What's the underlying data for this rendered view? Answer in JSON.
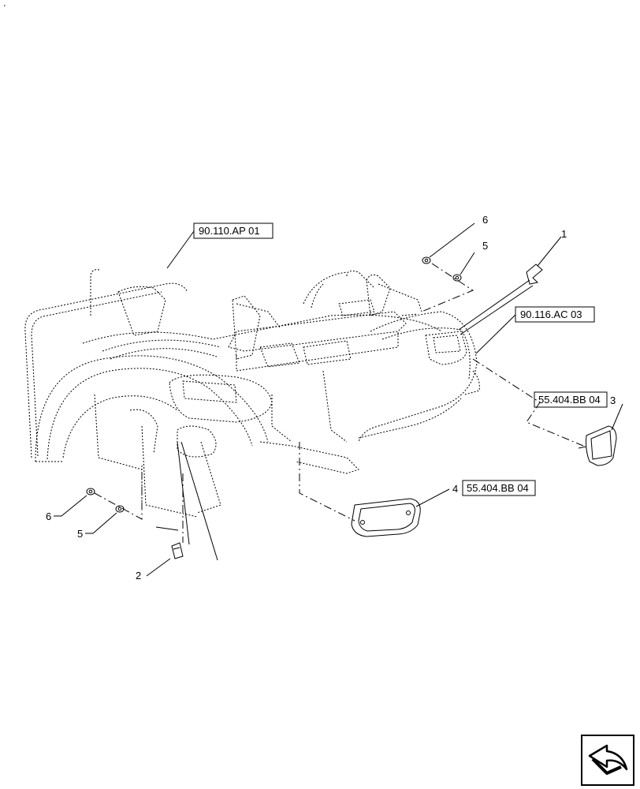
{
  "corner_mark": ".",
  "references": [
    {
      "id": "ref-90-110-ap-01",
      "text": "90.110.AP  01"
    },
    {
      "id": "ref-90-116-ac-03",
      "text": "90.116.AC  03"
    },
    {
      "id": "ref-55-404-bb-04-a",
      "text": "55.404.BB 04"
    },
    {
      "id": "ref-55-404-bb-04-b",
      "text": "55.404.BB 04"
    }
  ],
  "callouts": [
    {
      "id": "callout-1",
      "text": "1"
    },
    {
      "id": "callout-2",
      "text": "2"
    },
    {
      "id": "callout-3",
      "text": "3"
    },
    {
      "id": "callout-4",
      "text": "4"
    },
    {
      "id": "callout-5-right",
      "text": "5"
    },
    {
      "id": "callout-6-right",
      "text": "6"
    },
    {
      "id": "callout-5-left",
      "text": "5"
    },
    {
      "id": "callout-6-left",
      "text": "6"
    }
  ],
  "nav_icon": "forward-arrow-icon"
}
